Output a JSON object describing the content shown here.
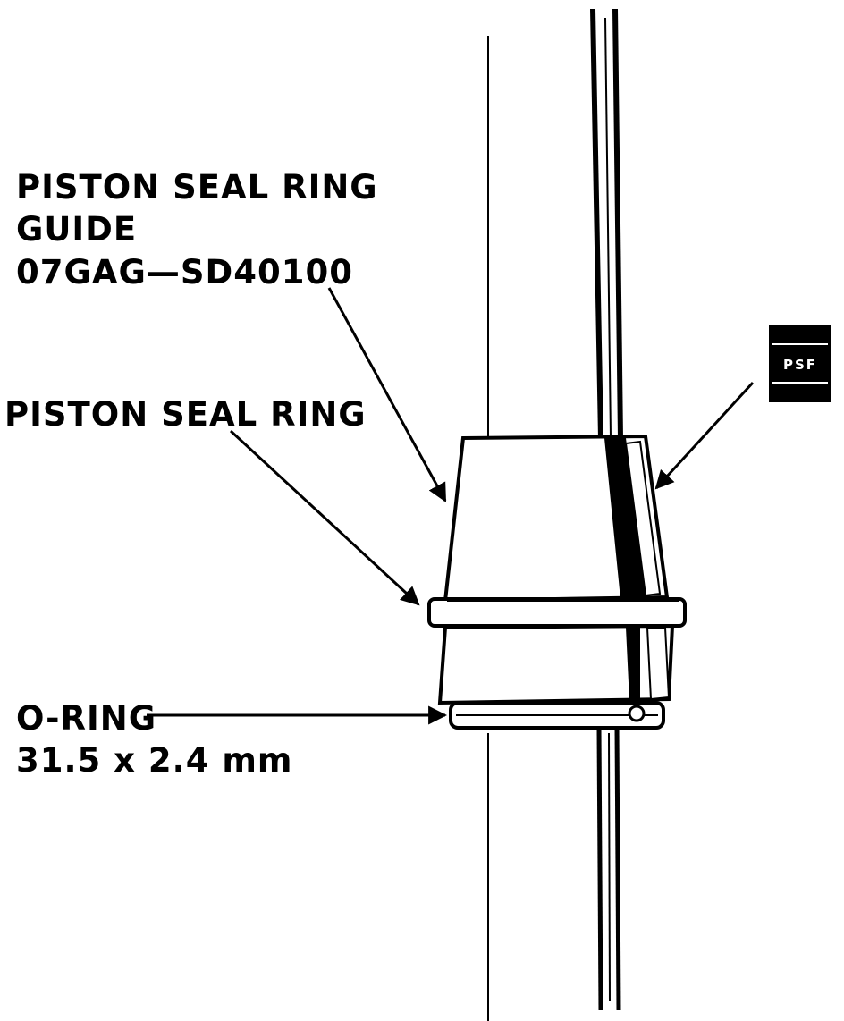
{
  "labels": {
    "guide": {
      "line1": "PISTON SEAL RING",
      "line2": "GUIDE",
      "line3": "07GAG—SD40100"
    },
    "seal_ring": "PISTON SEAL RING",
    "o_ring": {
      "line1": "O-RING",
      "line2": "31.5 x 2.4 mm"
    },
    "tool_badge": "PSF"
  },
  "colors": {
    "ink": "#000000",
    "paper": "#ffffff"
  }
}
